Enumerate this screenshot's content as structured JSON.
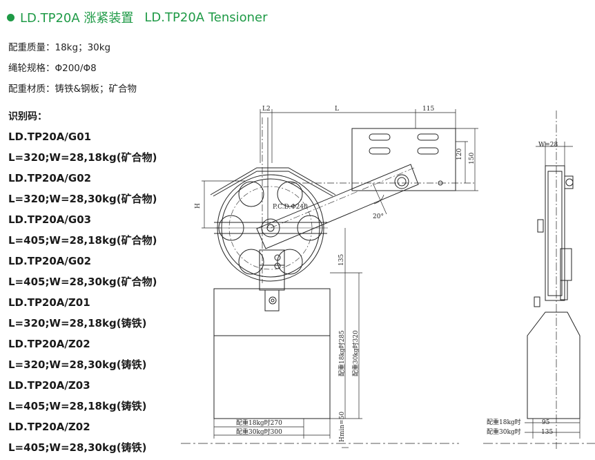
{
  "header": {
    "title_cn": "LD.TP20A 涨紧装置",
    "title_en": "LD.TP20A Tensioner"
  },
  "specs": [
    {
      "label": "配重质量：",
      "value": "18kg；30kg"
    },
    {
      "label": "绳轮规格：",
      "value": "Φ200/Φ8"
    },
    {
      "label": "配重材质：",
      "value": "铸铁&钢板；矿合物"
    }
  ],
  "codes": {
    "heading": "识别码：",
    "items": [
      "LD.TP20A/G01",
      "L=320;W=28,18kg(矿合物)",
      "LD.TP20A/G02",
      "L=320;W=28,30kg(矿合物)",
      "LD.TP20A/G03",
      "L=405;W=28,18kg(矿合物)",
      "LD.TP20A/G02",
      "L=405;W=28,30kg(矿合物)",
      "LD.TP20A/Z01",
      "L=320;W=28,18kg(铸铁)",
      "LD.TP20A/Z02",
      "L=320;W=28,30kg(铸铁)",
      "LD.TP20A/Z03",
      "L=405;W=28,18kg(铸铁)",
      "LD.TP20A/Z02",
      "L=405;W=28,30kg(铸铁)"
    ]
  },
  "drawing": {
    "dims": {
      "l2": "L2",
      "l": "L",
      "d115": "115",
      "d120": "120",
      "d150": "150",
      "h": "H",
      "pcd": "P.C.D.Φ240",
      "angle": "20°",
      "d135": "135",
      "cw18_h": "配重18kg时285",
      "cw30_h": "配重30kg时320",
      "cw18_w": "配重18kg时270",
      "cw30_w": "配重30kg时300",
      "hmin": "Hmin=50",
      "w28": "W=28",
      "side18": "配重18kg时",
      "side30": "配重30kg时",
      "d95": "95",
      "d135b": "135"
    }
  }
}
